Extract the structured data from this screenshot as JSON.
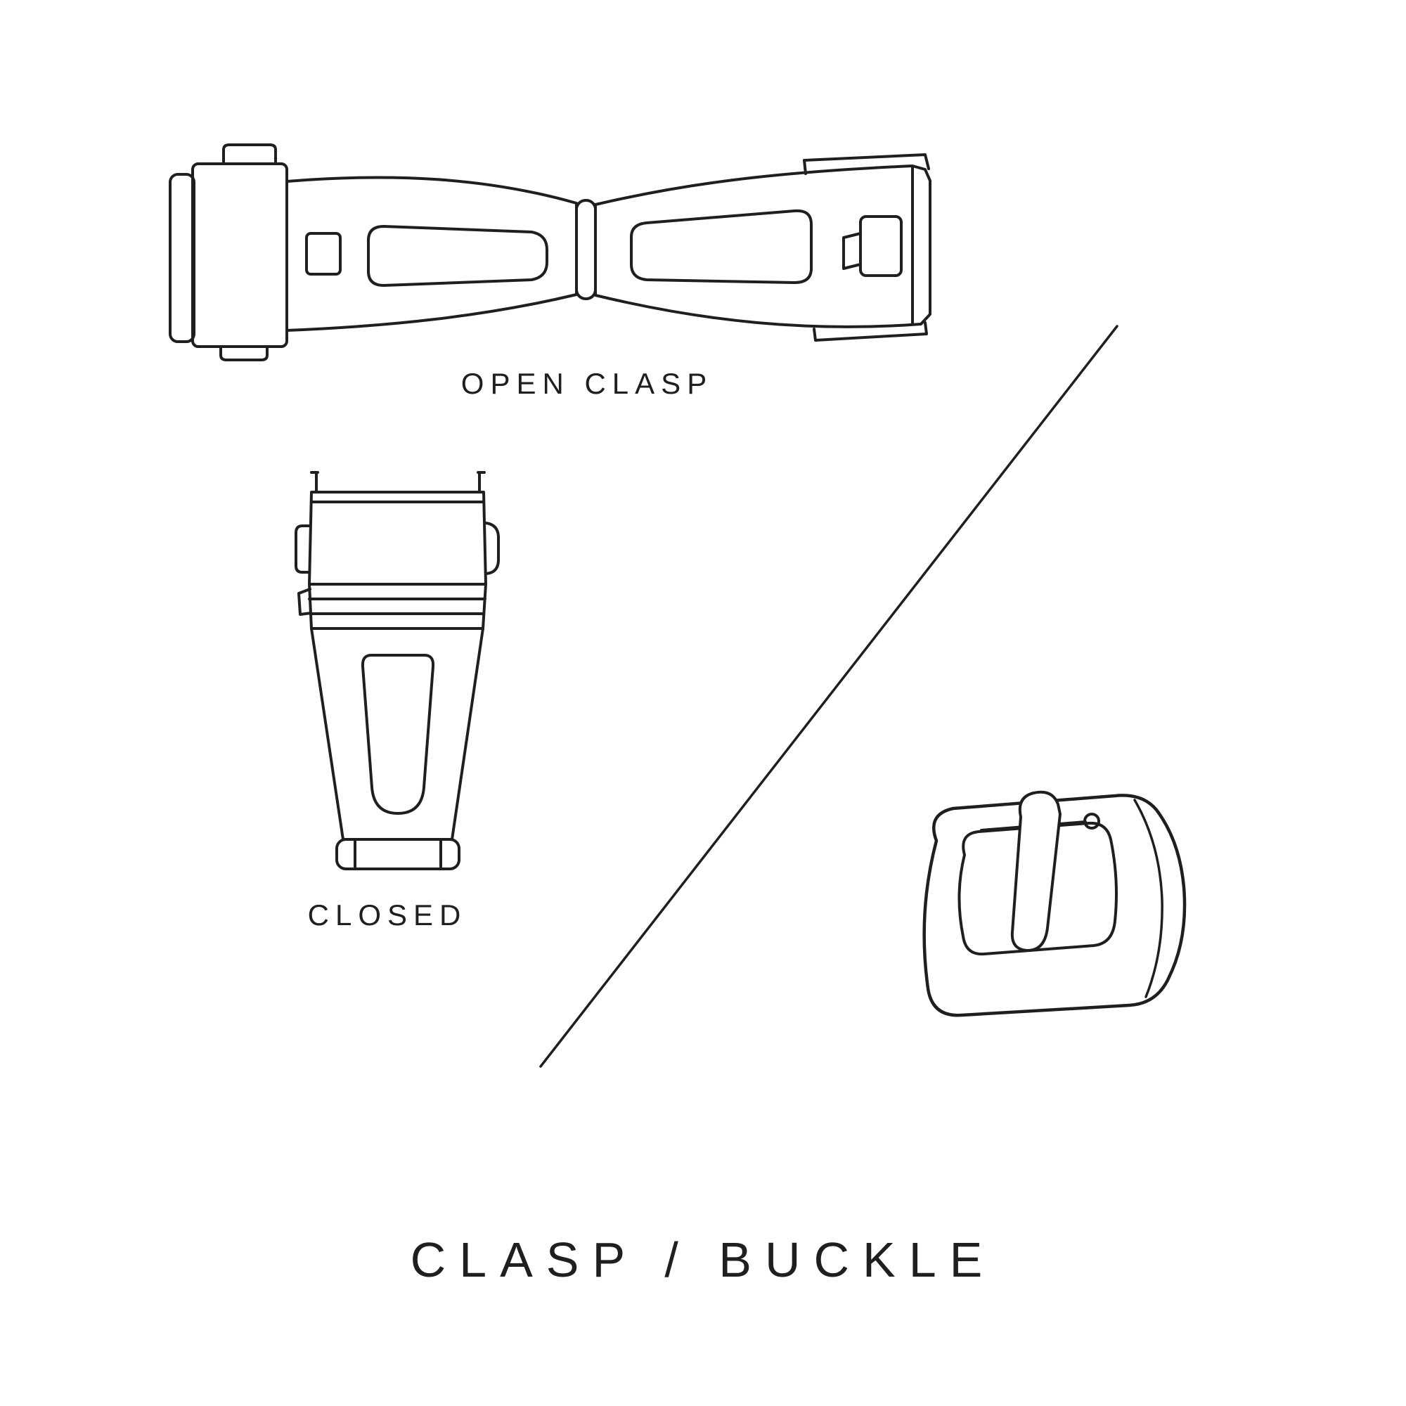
{
  "page": {
    "title": "CLASP / BUCKLE",
    "background_color": "#ffffff",
    "line_color": "#1f1f1f"
  },
  "labels": {
    "open_clasp": "OPEN CLASP",
    "closed_clasp": "CLOSED"
  },
  "illustrations": [
    {
      "name": "open-clasp",
      "description": "deployant clasp shown opened flat"
    },
    {
      "name": "closed-clasp",
      "description": "deployant clasp shown closed"
    },
    {
      "name": "tang-buckle",
      "description": "pin buckle with prong"
    }
  ]
}
